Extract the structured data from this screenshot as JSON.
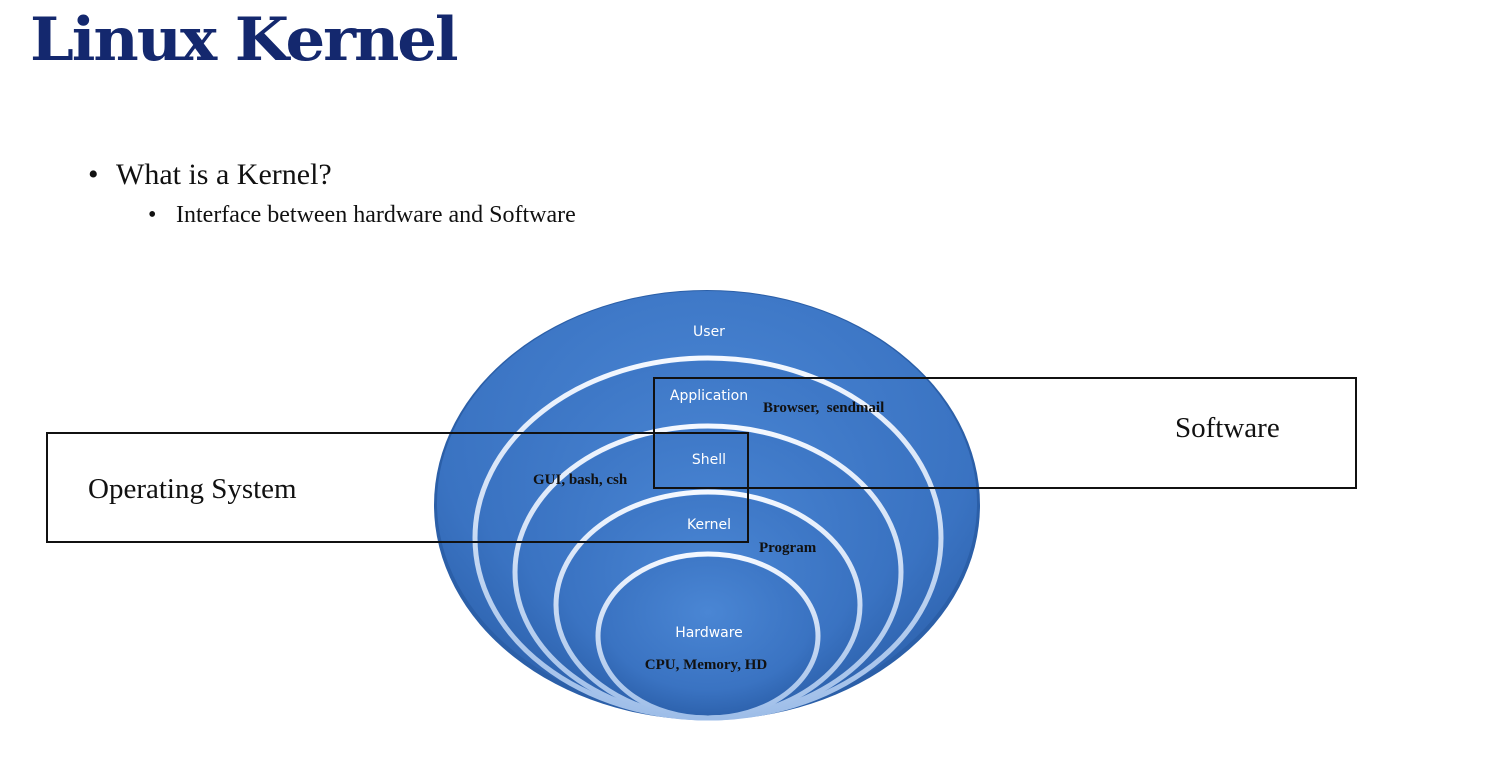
{
  "title": "Linux Kernel",
  "bullets": {
    "question": "What is a Kernel?",
    "answer": "Interface between hardware and Software"
  },
  "diagram": {
    "layers": {
      "user": "User",
      "application": "Application",
      "shell": "Shell",
      "kernel": "Kernel",
      "hardware": "Hardware"
    },
    "annotations": {
      "application_examples": "Browser,  sendmail",
      "shell_examples": "GUI, bash, csh",
      "kernel_note": "Program",
      "hardware_examples": "CPU, Memory, HD"
    },
    "boxes": {
      "software": "Software",
      "operating_system": "Operating System"
    },
    "colors": {
      "layer_fill": "#3a73c2",
      "layer_dark": "#1e4d96",
      "ring_highlight": "#dbe8fa",
      "box_stroke": "#111111",
      "title": "#14286e"
    }
  }
}
